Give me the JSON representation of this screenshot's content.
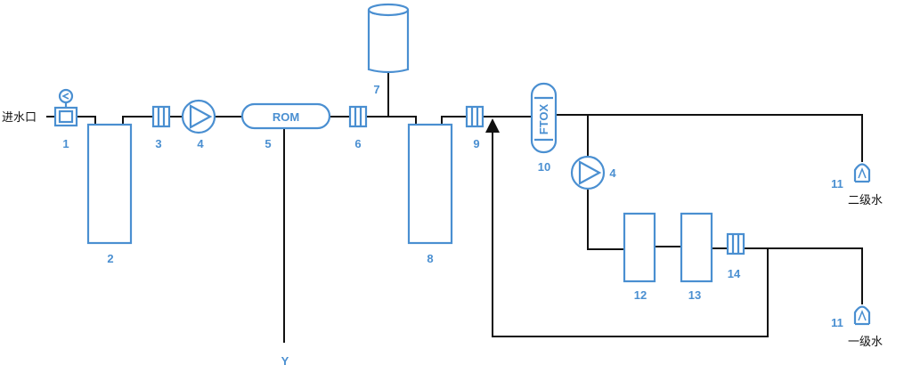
{
  "labels": {
    "inlet": "进水口",
    "outlet_secondary": "二级水",
    "outlet_primary": "一级水",
    "rom": "ROM",
    "ftox": "FTOX",
    "drain": "Y"
  },
  "numbers": {
    "n1": "1",
    "n2": "2",
    "n3": "3",
    "n4": "4",
    "n5": "5",
    "n6": "6",
    "n7": "7",
    "n8": "8",
    "n9": "9",
    "n10": "10",
    "n4b": "4",
    "n11a": "11",
    "n11b": "11",
    "n12": "12",
    "n13": "13",
    "n14": "14"
  },
  "colors": {
    "component": "#4a8fd1",
    "pipe": "#111111"
  }
}
